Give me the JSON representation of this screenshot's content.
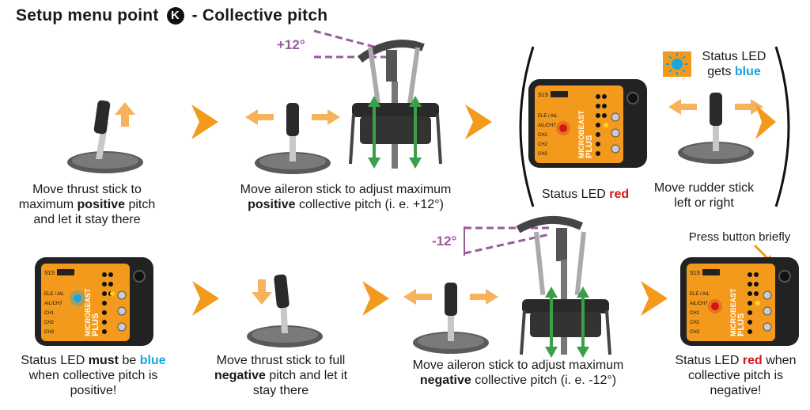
{
  "title": {
    "prefix": "Setup menu point",
    "letter": "K",
    "suffix": "- Collective pitch"
  },
  "steps": {
    "s1": {
      "a": "Move thrust stick to",
      "b": "maximum ",
      "c": "positive",
      "d": " pitch",
      "e": "and let it stay there"
    },
    "s2": {
      "a": "Move aileron stick to adjust maximum",
      "b": "positive",
      "c": " collective pitch (i. e. +12°)"
    },
    "s3": {
      "a": "Status LED ",
      "b": "red"
    },
    "s4": {
      "a": "Move rudder stick",
      "b": "left or right"
    },
    "s5": {
      "a": "Status LED",
      "b": "gets ",
      "c": "blue"
    },
    "s6": {
      "a": "Status LED ",
      "b": "must",
      "c": " be ",
      "d": "blue",
      "e": "when collective pitch is",
      "f": "positive!"
    },
    "s7": {
      "a": "Move thrust stick to full",
      "b": "negative",
      "c": " pitch and let it",
      "d": "stay there"
    },
    "s8": {
      "a": "Move aileron stick to adjust maximum",
      "b": "negative",
      "c": " collective pitch (i. e. -12°)"
    },
    "s9": {
      "a": "Press button briefly"
    },
    "s10": {
      "a": "Status LED ",
      "b": "red",
      "c": " when",
      "d": "collective pitch is",
      "e": "negative!"
    }
  },
  "angles": {
    "pos": "+12°",
    "neg": "-12°"
  },
  "unit": {
    "brand_top": "MICROBEAST",
    "brand_bottom": "PLUS",
    "model": "S1S",
    "labels": [
      "ELE / AIL",
      "AIL/CH7",
      "CH1",
      "CH2",
      "CH3"
    ]
  },
  "colors": {
    "orange": "#f39a1d",
    "red": "#d4161c",
    "blue": "#17a6dd",
    "purple": "#9a5aa0",
    "green": "#3aa047",
    "dark": "#222"
  }
}
